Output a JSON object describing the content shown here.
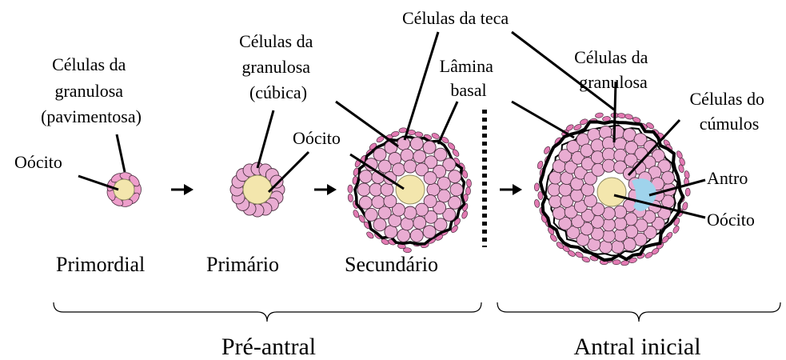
{
  "colors": {
    "oocyte": "#f3e6ad",
    "oocyte_stroke": "#8f8a62",
    "granulosa": "#e9acd2",
    "granulosa_stroke": "#4b2f40",
    "flat_cell": "#ee9ecb",
    "theca": "#e37ab3",
    "antrum": "#9fd3ec",
    "line": "#000000"
  },
  "stages": {
    "primordial": "Primordial",
    "primary": "Primário",
    "secondary": "Secundário"
  },
  "groups": {
    "preantral": "Pré-antral",
    "antral": "Antral inicial"
  },
  "labels": {
    "granulosa_flat": [
      "Células da",
      "granulosa",
      "(pavimentosa)"
    ],
    "oocyte_primordial": "Oócito",
    "granulosa_cubic": [
      "Células da",
      "granulosa",
      "(cúbica)"
    ],
    "oocyte_secondary": "Oócito",
    "theca": "Células da teca",
    "basal": [
      "Lâmina",
      "basal"
    ],
    "granulosa_antral": [
      "Células da",
      "granulosa"
    ],
    "cumulus": [
      "Células do",
      "cúmulos"
    ],
    "antrum": "Antro",
    "oocyte_antral": "Oócito"
  },
  "icons": [
    "arrow-right-icon",
    "arrow-right-icon",
    "arrow-right-icon"
  ]
}
